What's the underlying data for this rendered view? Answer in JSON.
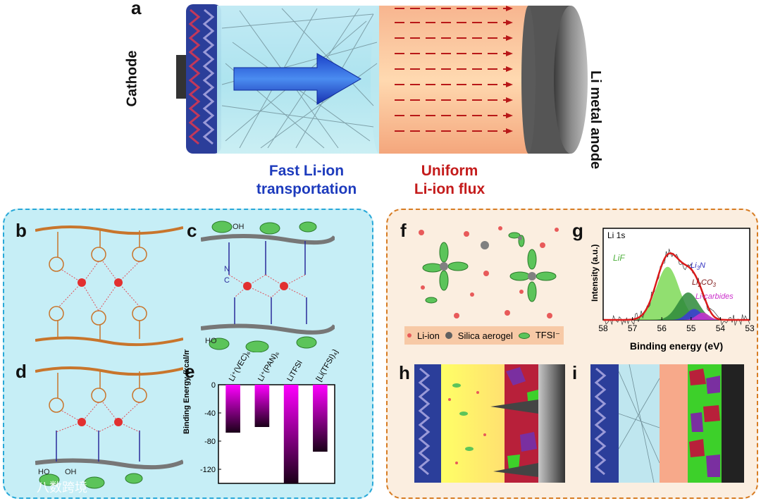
{
  "panel_a": {
    "label": "a",
    "cathode": "Cathode",
    "anode": "Li metal anode",
    "caption_left": [
      "Fast Li-ion",
      "transportation"
    ],
    "caption_right": [
      "Uniform",
      "Li-ion flux"
    ]
  },
  "panels": {
    "b": "b",
    "c": "c",
    "d": "d",
    "e": "e",
    "f": "f",
    "g": "g",
    "h": "h",
    "i": "i"
  },
  "molecule_labels": {
    "oh": "OH",
    "ho": "HO",
    "cn": "C",
    "n": "N"
  },
  "panel_f": {
    "legend": [
      "Li-ion",
      "Silica aerogel",
      "TFSI⁻"
    ]
  },
  "watermark": "八数跨境",
  "chart_data": [
    {
      "type": "bar",
      "panel": "e",
      "categories": [
        "Li⁺(VEC)₆",
        "Li⁺(PAN)₆",
        "LiTFSI",
        "[Li(TFSI)₄]³⁻"
      ],
      "values": [
        -68,
        -60,
        -140,
        -95
      ],
      "ylabel": "Binding Energy (kcal/mol)",
      "ylim": [
        -140,
        0
      ],
      "yticks": [
        "0",
        "-40",
        "-80",
        "-120"
      ],
      "colors": {
        "top": "#ff00ff",
        "bottom": "#1a0018"
      }
    },
    {
      "type": "line",
      "panel": "g",
      "title": "Li 1s",
      "xlabel": "Binding energy (eV)",
      "ylabel": "Intensity (a.u.)",
      "xlim": [
        58,
        53
      ],
      "xticks": [
        "58",
        "57",
        "56",
        "55",
        "54",
        "53"
      ],
      "series": [
        {
          "name": "LiF",
          "center": 55.8,
          "amplitude": 0.58,
          "color": "#7ed957"
        },
        {
          "name": "Li3N",
          "center": 55.1,
          "amplitude": 0.3,
          "color": "#2d8a3a"
        },
        {
          "name": "Li2CO3",
          "center": 54.9,
          "amplitude": 0.12,
          "color": "#3b3bd6"
        },
        {
          "name": "Li-carbides",
          "center": 54.6,
          "amplitude": 0.08,
          "color": "#cc33cc"
        }
      ],
      "legend_labels": [
        "LiF",
        "Li",
        "3",
        "N",
        "Li",
        "2",
        "CO",
        "3",
        "Li-carbides"
      ],
      "envelope_color": "#d91a1a"
    }
  ]
}
